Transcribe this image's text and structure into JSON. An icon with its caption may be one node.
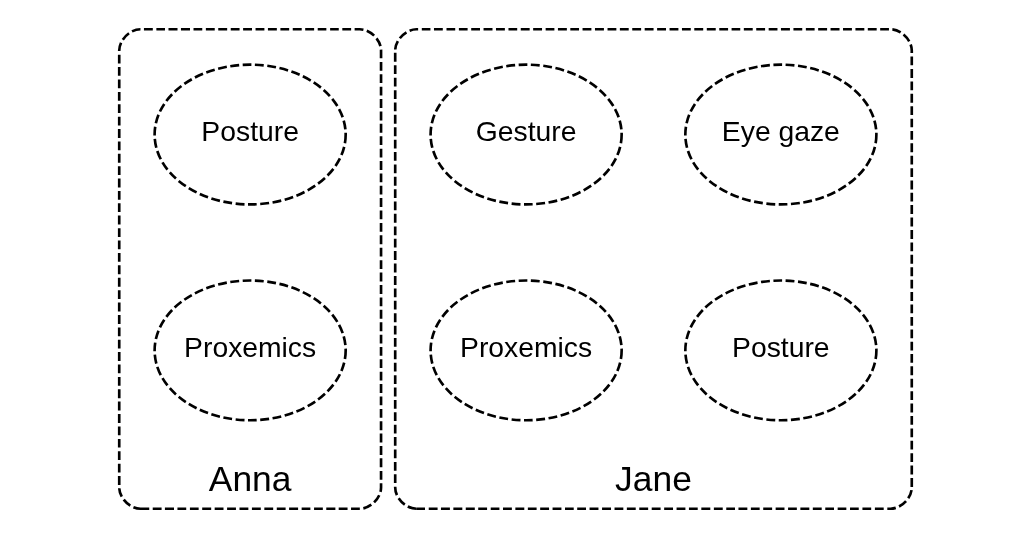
{
  "diagram": {
    "nodes": [
      {
        "text": [
          "Anna"
        ]
      },
      {
        "text": [
          "Posture"
        ],
        "in": 0
      },
      {
        "text": [
          "Proxemics"
        ],
        "in": 0
      },
      {
        "text": [
          "Jane"
        ]
      },
      {
        "text": [
          "Eye gaze"
        ],
        "in": 3
      },
      {
        "text": [
          "Gesture"
        ],
        "in": 3
      },
      {
        "text": [
          "Posture"
        ],
        "in": 3
      },
      {
        "text": [
          "Proxemics"
        ],
        "in": 3
      }
    ]
  }
}
